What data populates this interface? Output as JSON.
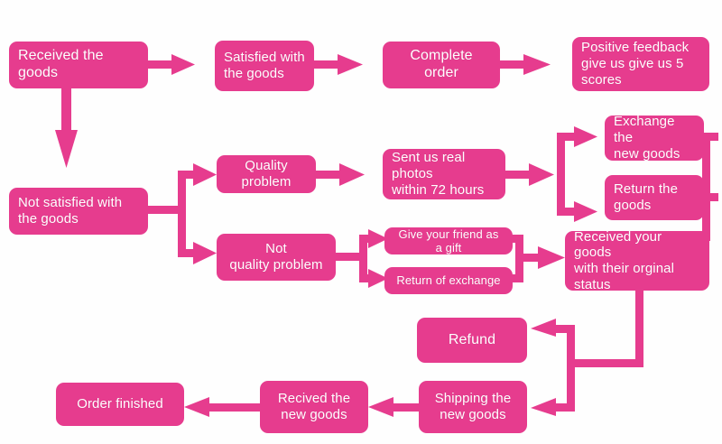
{
  "diagram": {
    "title": "Order Handling Flowchart",
    "background_color": "#fefefe",
    "accent_color": "#e63c8e",
    "text_color": "#ffffff"
  },
  "nodes": [
    {
      "id": "received-the-goods",
      "label": "Received the goods"
    },
    {
      "id": "satisfied-with-goods",
      "label": "Satisfied with the goods"
    },
    {
      "id": "complete-order",
      "label": "Complete order"
    },
    {
      "id": "positive-feedback",
      "label": "Positive feedback give us give us 5 scores"
    },
    {
      "id": "not-satisfied",
      "label": "Not satisfied with the goods"
    },
    {
      "id": "quality-problem",
      "label": "Quality problem"
    },
    {
      "id": "sent-real-photos",
      "label": "Sent us real photos within 72 hours"
    },
    {
      "id": "exchange-new-goods",
      "label": "Exchange the new goods"
    },
    {
      "id": "return-the-goods",
      "label": "Return the goods"
    },
    {
      "id": "not-quality-problem",
      "label": "Not quality problem"
    },
    {
      "id": "give-friend-gift",
      "label": "Give your friend as a gift"
    },
    {
      "id": "return-of-exchange",
      "label": "Return of exchange"
    },
    {
      "id": "received-your-goods",
      "label": "Received your goods with their orginal status"
    },
    {
      "id": "refund",
      "label": "Refund"
    },
    {
      "id": "shipping-new-goods",
      "label": "Shipping the new goods"
    },
    {
      "id": "recived-new-goods",
      "label": "Recived the new goods"
    },
    {
      "id": "order-finished",
      "label": "Order finished"
    }
  ],
  "node_text": {
    "received_the_goods": "Received the goods",
    "satisfied_with_goods_l1": "Satisfied with",
    "satisfied_with_goods_l2": "the goods",
    "complete_order": "Complete order",
    "positive_feedback_l1": "Positive feedback",
    "positive_feedback_l2": "give us give us 5",
    "positive_feedback_l3": "scores",
    "not_satisfied_l1": "Not satisfied with",
    "not_satisfied_l2": "the goods",
    "quality_problem": "Quality problem",
    "sent_real_photos_l1": "Sent us real photos",
    "sent_real_photos_l2": "within 72 hours",
    "exchange_new_goods_l1": "Exchange the",
    "exchange_new_goods_l2": "new goods",
    "return_the_goods_l1": "Return the",
    "return_the_goods_l2": "goods",
    "not_quality_problem_l1": "Not",
    "not_quality_problem_l2": "quality problem",
    "give_friend_gift": "Give your friend as a gift",
    "return_of_exchange": "Return of exchange",
    "received_your_goods_l1": "Received your goods",
    "received_your_goods_l2": "with their orginal",
    "received_your_goods_l3": "status",
    "refund": "Refund",
    "shipping_new_goods_l1": "Shipping the",
    "shipping_new_goods_l2": "new goods",
    "recived_new_goods_l1": "Recived the",
    "recived_new_goods_l2": "new goods",
    "order_finished": "Order finished"
  },
  "edges": [
    {
      "from": "received-the-goods",
      "to": "satisfied-with-goods",
      "type": "arrow-right"
    },
    {
      "from": "satisfied-with-goods",
      "to": "complete-order",
      "type": "arrow-right"
    },
    {
      "from": "complete-order",
      "to": "positive-feedback",
      "type": "arrow-right"
    },
    {
      "from": "received-the-goods",
      "to": "not-satisfied",
      "type": "arrow-down"
    },
    {
      "from": "not-satisfied",
      "to": "quality-problem",
      "type": "split-arrow-right"
    },
    {
      "from": "not-satisfied",
      "to": "not-quality-problem",
      "type": "split-arrow-right"
    },
    {
      "from": "quality-problem",
      "to": "sent-real-photos",
      "type": "arrow-right"
    },
    {
      "from": "sent-real-photos",
      "to": "exchange-new-goods",
      "type": "split-arrow-right"
    },
    {
      "from": "sent-real-photos",
      "to": "return-the-goods",
      "type": "split-arrow-right"
    },
    {
      "from": "exchange-new-goods",
      "to": "received-your-goods",
      "type": "elbow-right-down"
    },
    {
      "from": "return-the-goods",
      "to": "received-your-goods",
      "type": "elbow-right-down"
    },
    {
      "from": "not-quality-problem",
      "to": "give-friend-gift",
      "type": "split-arrow-right"
    },
    {
      "from": "not-quality-problem",
      "to": "return-of-exchange",
      "type": "split-arrow-right"
    },
    {
      "from": "give-friend-gift",
      "to": "received-your-goods",
      "type": "merge-arrow-right"
    },
    {
      "from": "return-of-exchange",
      "to": "received-your-goods",
      "type": "merge-arrow-right"
    },
    {
      "from": "received-your-goods",
      "to": "refund",
      "type": "elbow-down-split-left"
    },
    {
      "from": "received-your-goods",
      "to": "shipping-new-goods",
      "type": "elbow-down-split-left"
    },
    {
      "from": "shipping-new-goods",
      "to": "recived-new-goods",
      "type": "arrow-left"
    },
    {
      "from": "recived-new-goods",
      "to": "order-finished",
      "type": "arrow-left"
    }
  ]
}
